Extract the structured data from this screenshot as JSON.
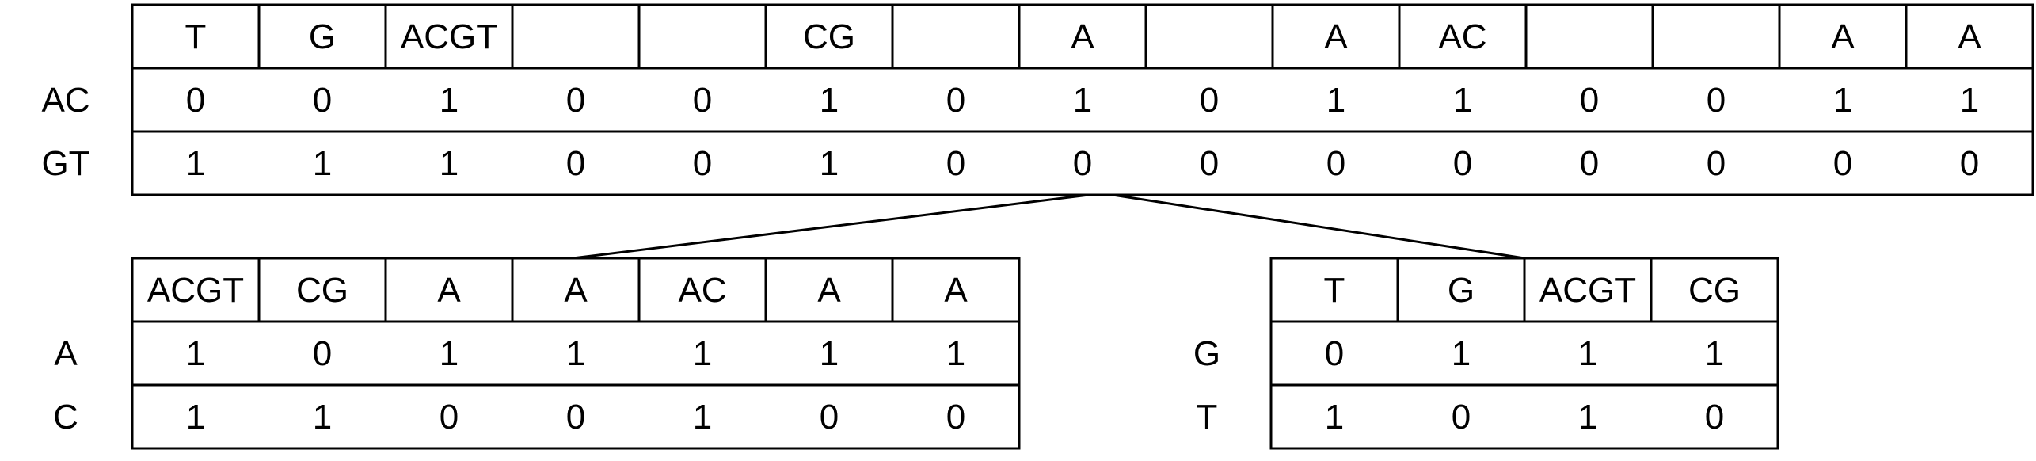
{
  "top_table": {
    "headers": [
      "T",
      "G",
      "ACGT",
      "",
      "",
      "CG",
      "",
      "A",
      "",
      "A",
      "AC",
      "",
      "",
      "A",
      "A"
    ],
    "rows": [
      {
        "label": "AC",
        "values": [
          "0",
          "0",
          "1",
          "0",
          "0",
          "1",
          "0",
          "1",
          "0",
          "1",
          "1",
          "0",
          "0",
          "1",
          "1"
        ]
      },
      {
        "label": "GT",
        "values": [
          "1",
          "1",
          "1",
          "0",
          "0",
          "1",
          "0",
          "0",
          "0",
          "0",
          "0",
          "0",
          "0",
          "0",
          "0"
        ]
      }
    ]
  },
  "left_table": {
    "headers": [
      "ACGT",
      "CG",
      "A",
      "A",
      "AC",
      "A",
      "A"
    ],
    "rows": [
      {
        "label": "A",
        "values": [
          "1",
          "0",
          "1",
          "1",
          "1",
          "1",
          "1"
        ]
      },
      {
        "label": "C",
        "values": [
          "1",
          "1",
          "0",
          "0",
          "1",
          "0",
          "0"
        ]
      }
    ]
  },
  "right_table": {
    "headers": [
      "T",
      "G",
      "ACGT",
      "CG"
    ],
    "rows": [
      {
        "label": "G",
        "values": [
          "0",
          "1",
          "1",
          "1"
        ]
      },
      {
        "label": "T",
        "values": [
          "1",
          "0",
          "1",
          "0"
        ]
      }
    ]
  },
  "colors": {
    "line": "#000000",
    "text": "#000000",
    "background": "#ffffff"
  }
}
